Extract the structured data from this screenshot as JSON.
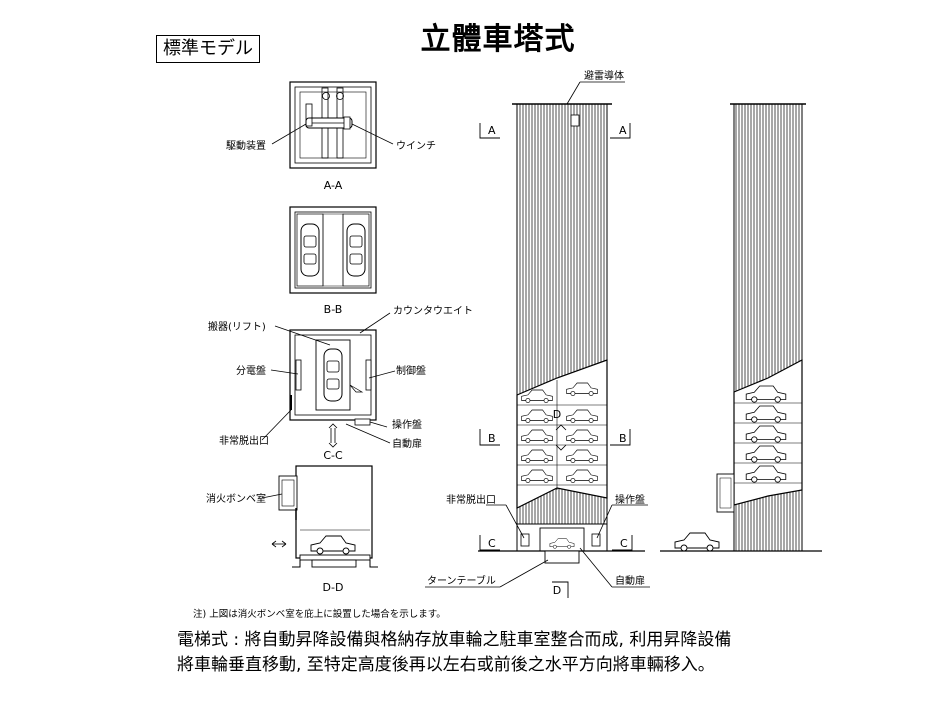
{
  "title": "立體車塔式",
  "model_label": "標準モデル",
  "labels": {
    "drive_unit": "駆動装置",
    "winch": "ウインチ",
    "section_aa": "A-A",
    "section_bb": "B-B",
    "counterweight": "カウンタウエイト",
    "lift_carrier": "搬器(リフト)",
    "distribution_panel": "分電盤",
    "control_panel": "制御盤",
    "operation_panel": "操作盤",
    "emergency_exit": "非常脱出口",
    "auto_door": "自動扉",
    "section_cc": "C-C",
    "fire_cylinder_room": "消火ボンベ室",
    "section_dd": "D-D",
    "lightning_conductor": "避雷導体",
    "marker_a": "A",
    "marker_b": "B",
    "marker_c": "C",
    "marker_d": "D",
    "emergency_exit_front": "非常脱出口",
    "operation_panel_front": "操作盤",
    "turntable": "ターンテーブル",
    "auto_door_front": "自動扉"
  },
  "note": "注) 上図は消火ボンベ室を庇上に設置した場合を示します。",
  "caption": {
    "line1": "電梯式 : 將自動昇降設備與格納存放車輪之駐車室整合而成, 利用昇降設備",
    "line2": "將車輪垂直移動, 至特定高度後再以左右或前後之水平方向將車輛移入。"
  }
}
